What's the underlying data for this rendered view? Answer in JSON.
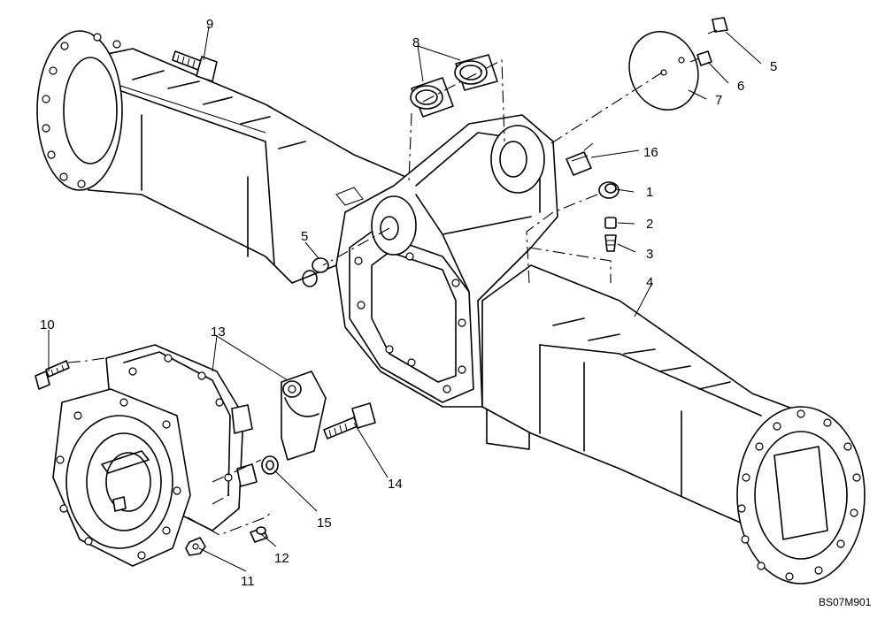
{
  "callouts": {
    "c1": "1",
    "c2": "2",
    "c3": "3",
    "c4": "4",
    "c5a": "5",
    "c5b": "5",
    "c6": "6",
    "c7": "7",
    "c8": "8",
    "c9": "9",
    "c10": "10",
    "c11": "11",
    "c12": "12",
    "c13": "13",
    "c14": "14",
    "c15": "15",
    "c16": "16"
  },
  "drawing_code": "BS07M901"
}
